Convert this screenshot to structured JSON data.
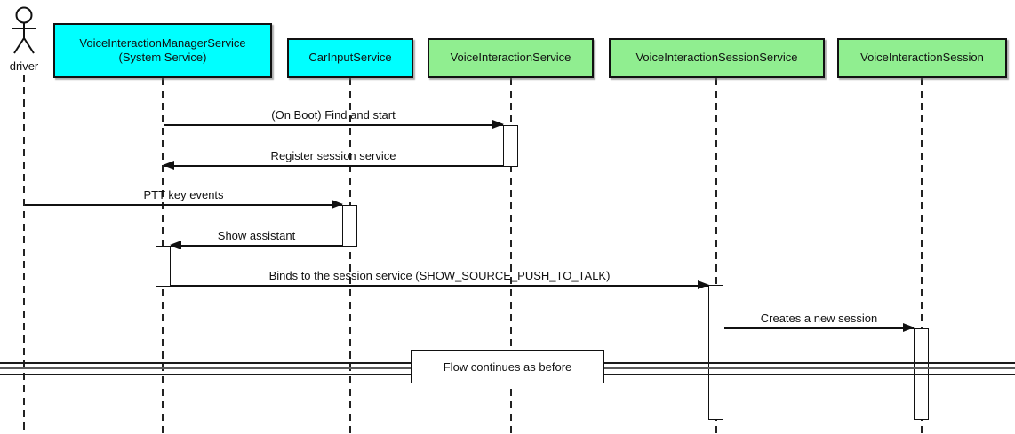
{
  "actor": {
    "label": "driver"
  },
  "participants": [
    {
      "id": "voice-interaction-manager-service",
      "label": "VoiceInteractionManagerService\n(System Service)",
      "fill": "#00ffff"
    },
    {
      "id": "car-input-service",
      "label": "CarInputService",
      "fill": "#00ffff"
    },
    {
      "id": "voice-interaction-service",
      "label": "VoiceInteractionService",
      "fill": "#90ee90"
    },
    {
      "id": "voice-interaction-session-service",
      "label": "VoiceInteractionSessionService",
      "fill": "#90ee90"
    },
    {
      "id": "voice-interaction-session",
      "label": "VoiceInteractionSession",
      "fill": "#90ee90"
    }
  ],
  "messages": [
    {
      "label": "(On Boot) Find and start",
      "from": "voice-interaction-manager-service",
      "to": "voice-interaction-service",
      "direction": "right"
    },
    {
      "label": "Register session service",
      "from": "voice-interaction-service",
      "to": "voice-interaction-manager-service",
      "direction": "left"
    },
    {
      "label": "PTT key events",
      "from": "driver",
      "to": "car-input-service",
      "direction": "right"
    },
    {
      "label": "Show assistant",
      "from": "car-input-service",
      "to": "voice-interaction-manager-service",
      "direction": "left"
    },
    {
      "label": "Binds to the session service (SHOW_SOURCE_PUSH_TO_TALK)",
      "from": "voice-interaction-manager-service",
      "to": "voice-interaction-session-service",
      "direction": "right"
    },
    {
      "label": "Creates a new session",
      "from": "voice-interaction-session-service",
      "to": "voice-interaction-session",
      "direction": "right"
    }
  ],
  "divider": {
    "label": "Flow continues as before"
  },
  "colors": {
    "participant_cyan": "#00ffff",
    "participant_green": "#90ee90",
    "line": "#1a1a1a"
  }
}
